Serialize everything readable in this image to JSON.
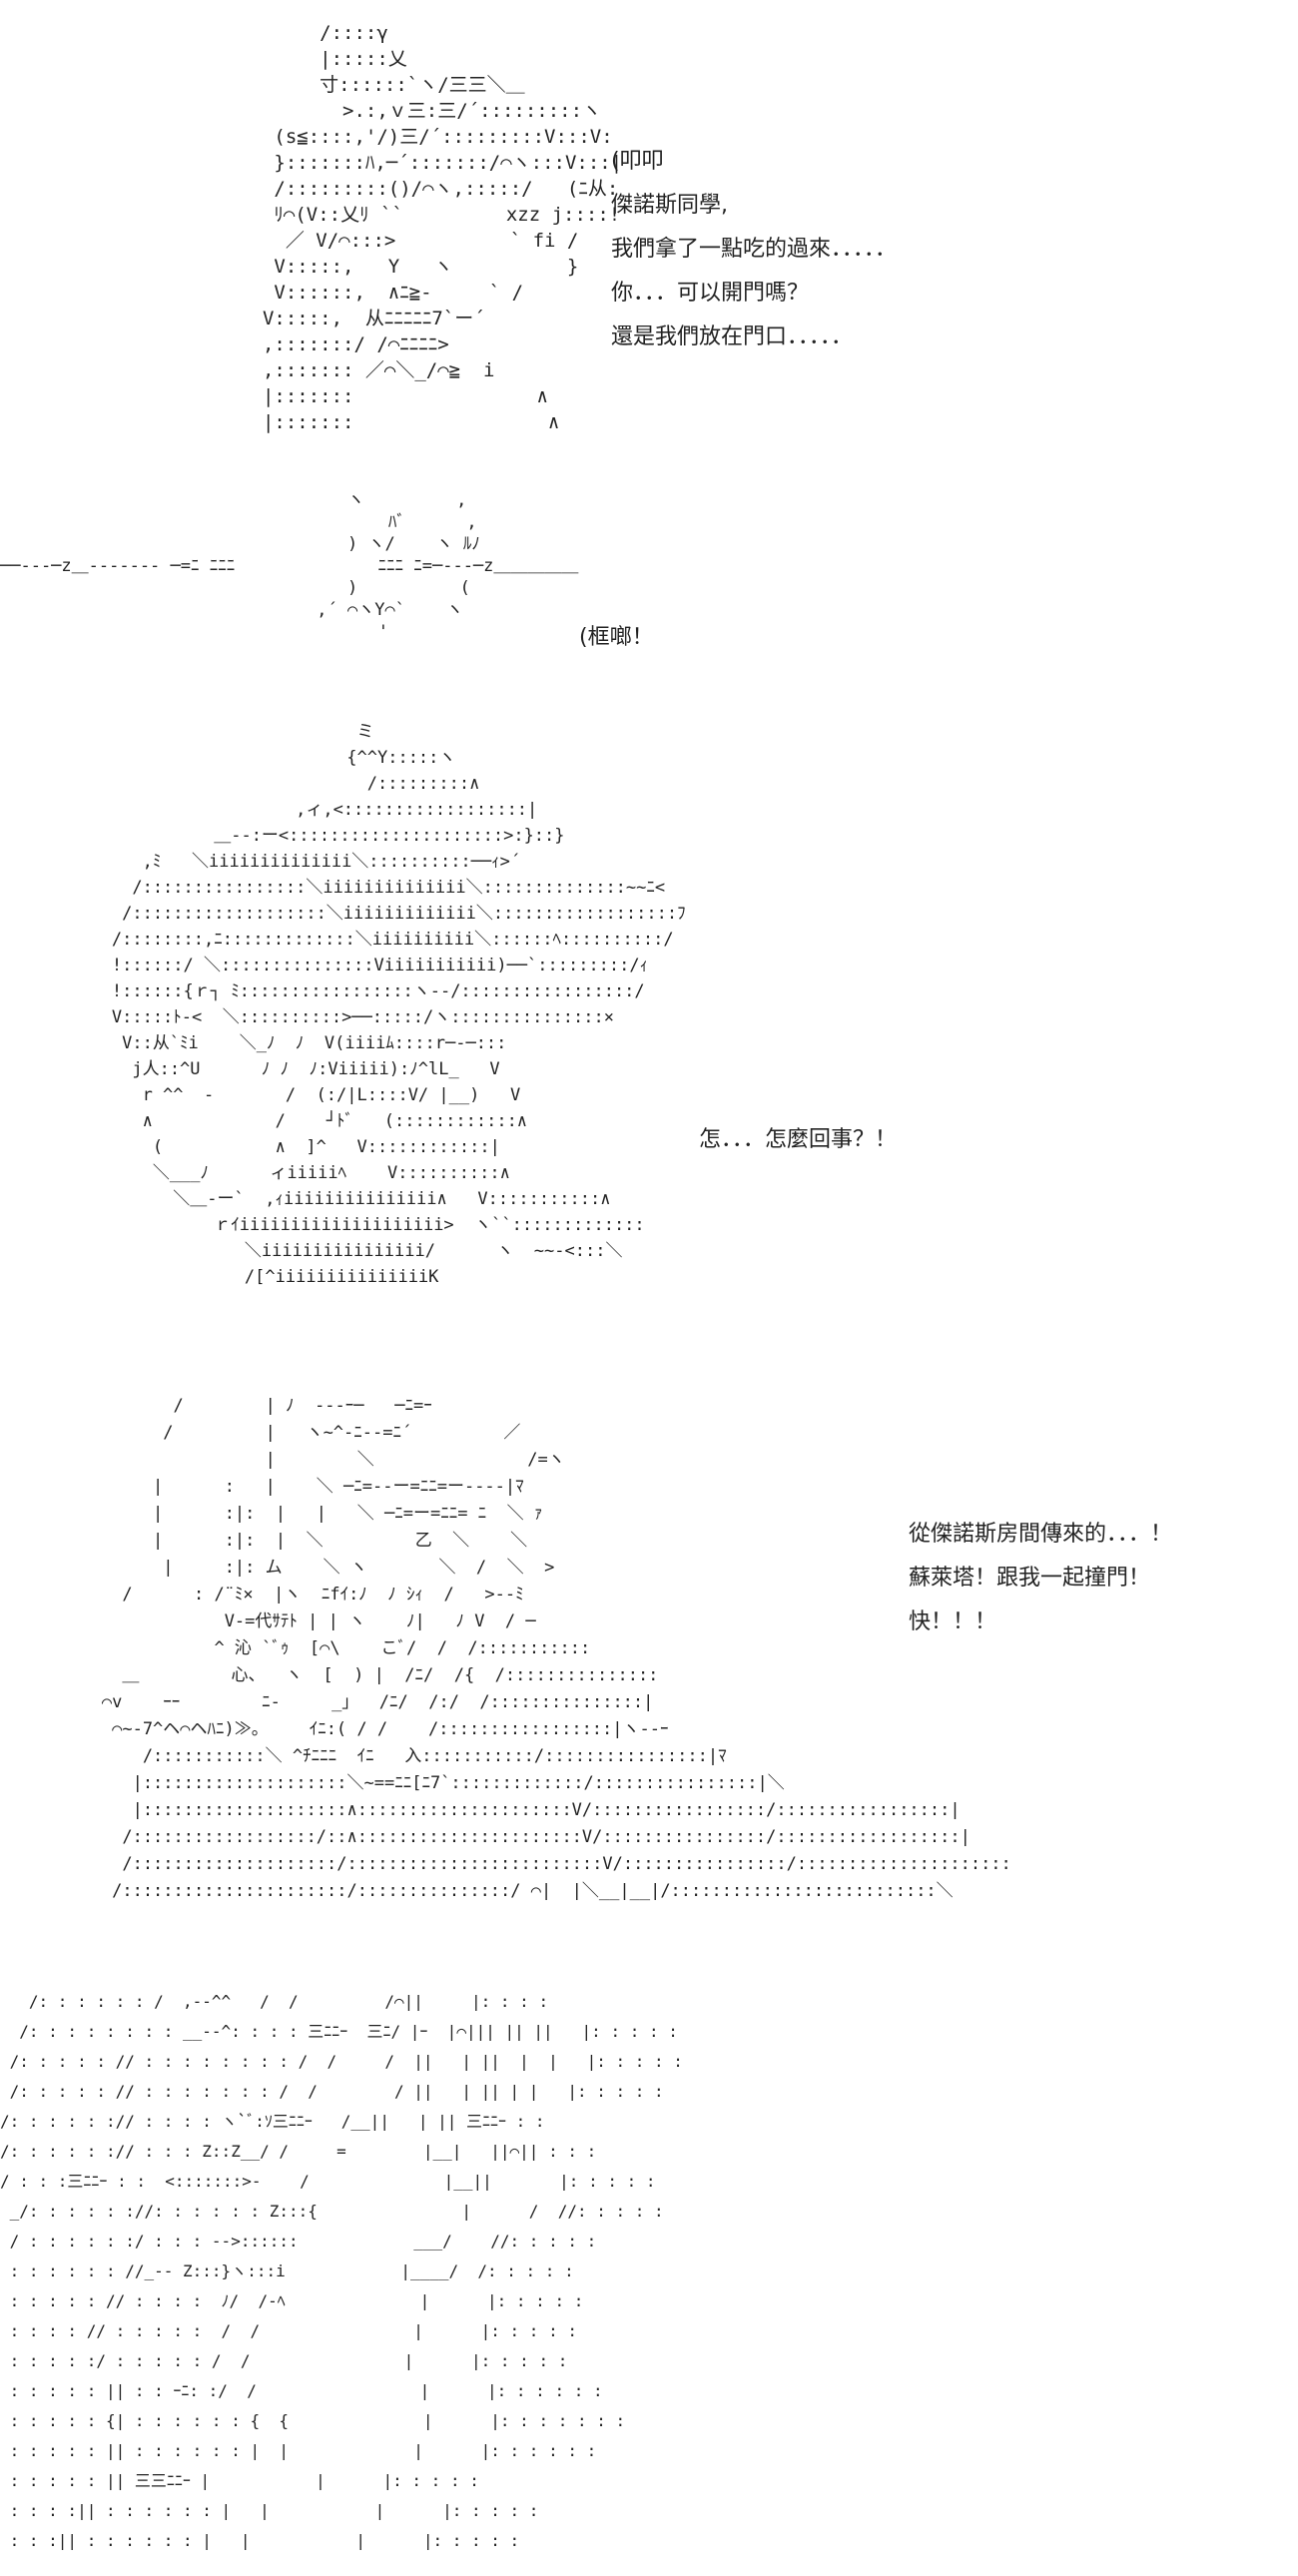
{
  "panels": [
    {
      "art": "              /::::γ\n              |:::::乂\n              寸::::::`ヽ/三三＼＿\n                >.:,ｖ三:三/´:::::::::ヽ\n          (s≦::::,'/)三/´:::::::::V:::V:\n          }:::::::ﾊ,─´:::::::/⌒ヽ:::V:::|\n          /:::::::::()/⌒ヽ,:::::/   (ﾆ从:\n          ﾘ⌒(V::乂ﾘ ``         xzz j::::!\n           ／ V/⌒:::>          ` fi /\n          V:::::,   Y   ヽ          }\n          V::::::,  ∧ﾆ≧-     ` /\n         V:::::,  从ﾆﾆﾆﾆﾆ7`ー´\n         ,:::::::/ /⌒ﾆﾆﾆﾆ>\n         ,::::::: ／⌒＼_/⌒≧  i\n         |:::::::                ∧\n         |:::::::                 ∧",
      "dialog": [
        "(叩叩",
        "傑諾斯同學,",
        "我們拿了一點吃的過來．．．．．",
        "你．．．可以開門嗎？",
        "還是我們放在門口．．．．．"
      ]
    },
    {
      "art": "                                  ヽ         ,\n                                      ﾊﾞ      ,\n                                  ) ヽ/    ヽ ﾙﾉ\n──---─z＿------- ─=ﾆ ﾆﾆﾆ              ﾆﾆﾆ ﾆ=─---─z＿＿＿＿＿\n                                  )          (\n                               ,´ ⌒ヽY⌒`    ヽ\n                                     '",
      "sfx": "(框啷！"
    },
    {
      "art": "                                ミ\n                               {^^Y:::::ヽ\n                                 /:::::::::∧\n                          ,ィ,<::::::::::::::::::|\n                  ＿--:ー<:::::::::::::::::::::>:}::}\n           ,ﾐ   ＼iiiiiiiiiiiiii＼::::::::::──ｨ>´\n          /::::::::::::::::＼iiiiiiiiiiiiii＼::::::::::::::~~ﾆ<\n         /:::::::::::::::::::＼iiiiiiiiiiiii＼::::::::::::::::::ﾌ\n        /::::::::,ﾆ:::::::::::::＼iiiiiiiiii＼::::::ﾍ::::::::::/\n        !::::::/ ＼:::::::::::::::Viiiiiiiiiii)──`:::::::::/ｨ\n        !::::::{ｒ┐ ﾐ:::::::::::::::::ヽ--/:::::::::::::::::/\n        V:::::ﾄ-<  ＼::::::::::>──:::::/ヽ:::::::::::::::×\n         V::从`ﾐi    ＼_ﾉ  ﾉ  V(iiiiﾑ::::r─-─:::\n          j人::^U      ﾉ ﾉ  ﾉ:Viiiii):ﾉ^lL_   V\n           r ^^  -       /  (:/|L::::V/ |__)   V\n           ∧            /    ┘ﾄﾞ   (::::::::::::∧\n            (           ∧  ]^   V::::::::::::|\n            ＼___ﾉ      ィiiiiiﾍ    V::::::::::∧\n              ＼＿-ー`  ,ｨiiiiiiiiiiiiiii∧   V:::::::::::∧\n                  ｒｲiiiiiiiiiiiiiiiiiiii>  ヽ``:::::::::::::\n                     ＼iiiiiiiiiiiiiiii/      ヽ  ~~-<:::＼\n                     /[^iiiiiiiiiiiiiiiK",
      "dialog": [
        "怎．．．怎麼回事？！"
      ]
    },
    {
      "art": "               /        | ﾉ  ---ｰ─   ─ﾆ=ｰ\n              /         |   ヽ~^-ﾆ--=ﾆ´         ／\n                        |        ＼               /=ヽ\n             |      :   |    ＼ ─ﾆ=--ー=ﾆﾆ=ー----|ﾏ\n             |      :|:  |   |   ＼ ─ﾆ=ー=ﾆﾆ= ﾆ  ＼ ｧ\n             |      :|:  |  ＼         乙  ＼    ＼\n              |     :|: ム    ＼ ヽ       ＼  /  ＼  >\n          /      : /¨ﾐ×  |ヽ  ﾆfｲ:ﾉ  ﾉ ｼｨ  /   >--ﾐ\n                    V-=代ｻﾃﾄ | | ヽ    ﾉ|   ﾉ V  / ─\n                   ^ 沁 `ﾞｩ  [⌒\\    こﾞ/  /  /:::::::::::\n          ＿         心、  ヽ  [  ) |  /ﾆ/  /{  /:::::::::::::::\n        ⌒v    ｰｰ        ﾆ-     _」  /ﾆ/  /:/  /:::::::::::::::|\n         ⌒~-7^ヘ⌒ヘﾊﾆ)≫。    ｲﾆ:( / /    /:::::::::::::::::|ヽ--ｰ\n            /:::::::::::＼ ^ﾁﾆﾆﾆ  ｲﾆ   入:::::::::::/::::::::::::::::|ﾏ\n           |::::::::::::::::::::＼~==ﾆﾆ[ﾆ7`:::::::::::::/::::::::::::::::|＼\n           |::::::::::::::::::::∧:::::::::::::::::::::V/:::::::::::::::::/:::::::::::::::::|\n          /::::::::::::::::::/::∧::::::::::::::::::::::V/::::::::::::::::/::::::::::::::::::|\n          /::::::::::::::::::::/:::::::::::::::::::::::::V/::::::::::::::::/:::::::::::::::::::::\n         /::::::::::::::::::::::/:::::::::::::::/ ⌒|  |＼__|__|/::::::::::::::::::::::::::＼",
      "dialog": [
        "從傑諾斯房間傳來的．．．！",
        "蘇萊塔！跟我一起撞門！",
        "快！！！"
      ]
    },
    {
      "art": "   /: : : : : : /  ,--^^   /  /         /⌒||     |: : : :\n  /: : : : : : : : __--^: : : : 三ﾆﾆｰ  三ﾆ/ |ｰ  |⌒||| || ||   |: : : : :\n /: : : : : // : : : : : : : : /  /     /  ||   | ||  |  |   |: : : : :\n /: : : : : // : : : : : : : /  /        / ||   | || | |   |: : : : :\n/: : : : : :// : : : : ヽ`ﾞ:ｿ三ﾆﾆｰ   /__||   | || 三ﾆﾆｰ : :\n/: : : : : :// : : : Z::Z__/ /     =        |__|   ||⌒|| : : :\n/ : : :三ﾆﾆｰ : :  <:::::::>-    /              |__||       |: : : : :\n _/: : : : : ://: : : : : : Z:::{               |      /  //: : : : :\n / : : : : : :/ : : : -->::::::            ___/    //: : : : :\n : : : : : : //_-- Z:::}ヽ:::i            |____/  /: : : : :\n : : : : : // : : : :  ﾉ/  /-ﾍ              |      |: : : : :\n : : : : // : : : : :  /  /                |      |: : : : :\n : : : : :/ : : : : : /  /                |      |: : : : :\n : : : : : || : : ｰﾆ: :/  /                 |      |: : : : : :\n : : : : : {| : : : : : : {  {              |      |: : : : : : :\n : : : : : || : : : : : : |  |             |      |: : : : : :\n : : : : : || 三三ﾆﾆｰ |           |      |: : : : :\n : : : :|| : : : : : : |   |           |      |: : : : :\n : : :|| : : : : : : |   |           |      |: : : : :"
    }
  ]
}
